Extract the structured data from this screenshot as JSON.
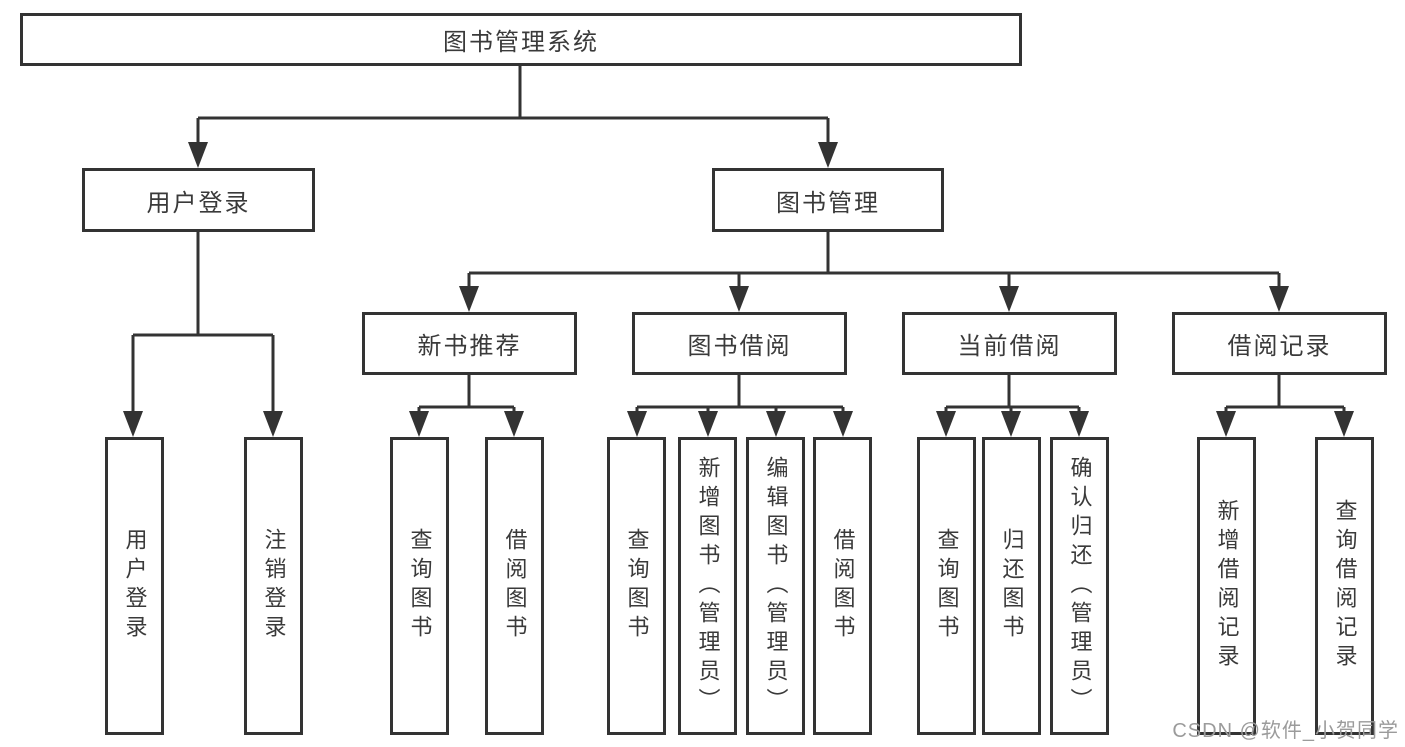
{
  "diagram": {
    "title": "图书管理系统",
    "nodes": {
      "root": "图书管理系统",
      "user_login": "用户登录",
      "book_mgmt": "图书管理",
      "new_book_rec": "新书推荐",
      "book_borrow": "图书借阅",
      "current_borrow": "当前借阅",
      "borrow_records": "借阅记录",
      "leaf_user_login": "用户登录",
      "leaf_logout": "注销登录",
      "leaf_query_book_newrec": "查询图书",
      "leaf_borrow_book_newrec": "借阅图书",
      "leaf_query_book_borrow": "查询图书",
      "leaf_add_book_admin": "新增图书（管理员）",
      "leaf_edit_book_admin": "编辑图书（管理员）",
      "leaf_borrow_book_borrow": "借阅图书",
      "leaf_query_book_current": "查询图书",
      "leaf_return_book": "归还图书",
      "leaf_confirm_return_admin": "确认归还（管理员）",
      "leaf_add_borrow_record": "新增借阅记录",
      "leaf_query_borrow_record": "查询借阅记录"
    },
    "hierarchy": {
      "图书管理系统": {
        "用户登录": [
          "用户登录",
          "注销登录"
        ],
        "图书管理": {
          "新书推荐": [
            "查询图书",
            "借阅图书"
          ],
          "图书借阅": [
            "查询图书",
            "新增图书（管理员）",
            "编辑图书（管理员）",
            "借阅图书"
          ],
          "当前借阅": [
            "查询图书",
            "归还图书",
            "确认归还（管理员）"
          ],
          "借阅记录": [
            "新增借阅记录",
            "查询借阅记录"
          ]
        }
      }
    },
    "colors": {
      "line": "#333333",
      "text": "#3a3a3a",
      "box_background": "#ffffff",
      "watermark": "#9b9b9b",
      "background": "#ffffff"
    },
    "watermark": "CSDN @软件_小贺同学"
  }
}
